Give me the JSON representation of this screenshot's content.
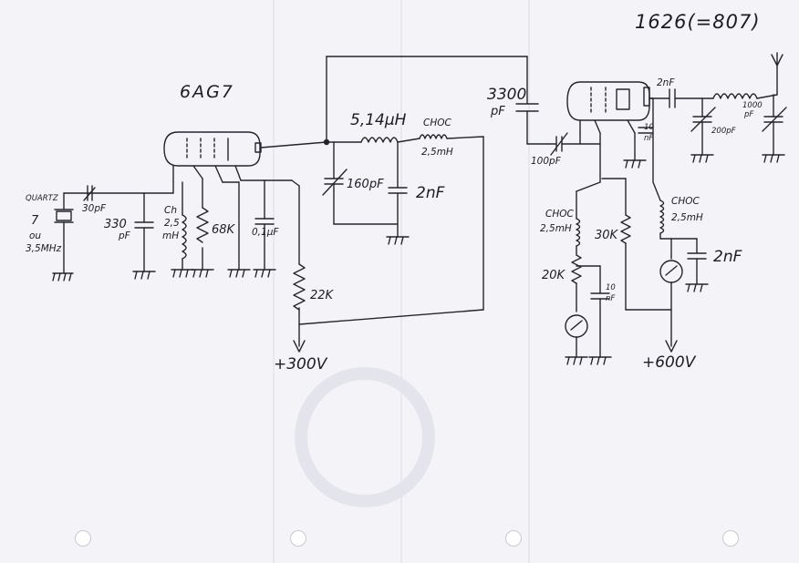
{
  "title": "1626(=807)",
  "tube1": "6AG7",
  "tube2_partial": "6",
  "components": {
    "quartz_label": "QUARTZ",
    "quartz_freq_a": "7",
    "quartz_or": "ou",
    "quartz_freq_b": "3,5MHz",
    "c_30pf": "30pF",
    "c_330pf_a": "330",
    "c_330pf_b": "pF",
    "ch1_a": "Ch",
    "ch1_b": "2,5",
    "ch1_c": "mH",
    "r_68k": "68K",
    "c_01uf": "0,1µF",
    "r_22k": "22K",
    "supply_300": "+300V",
    "l_514": "5,14µH",
    "choc1_a": "CHOC",
    "choc1_b": "2,5mH",
    "c_160pf": "160pF",
    "c_2nf_a": "2nF",
    "c_3300_a": "3300",
    "c_3300_b": "pF",
    "c_100pf": "100pF",
    "c_2nf_out": "2nF",
    "c_10nf_a1": "10",
    "c_10nf_a2": "nF",
    "c_200pf": "200pF",
    "c_1000pf_a": "1000",
    "c_1000pf_b": "pF",
    "choc2_a": "CHOC",
    "choc2_b": "2,5mH",
    "r_20k": "20K",
    "c_10nf_b1": "10",
    "c_10nf_b2": "nF",
    "r_30k": "30K",
    "choc3_a": "CHOC",
    "choc3_b": "2,5mH",
    "c_2nf_b": "2nF",
    "supply_600": "+600V"
  }
}
